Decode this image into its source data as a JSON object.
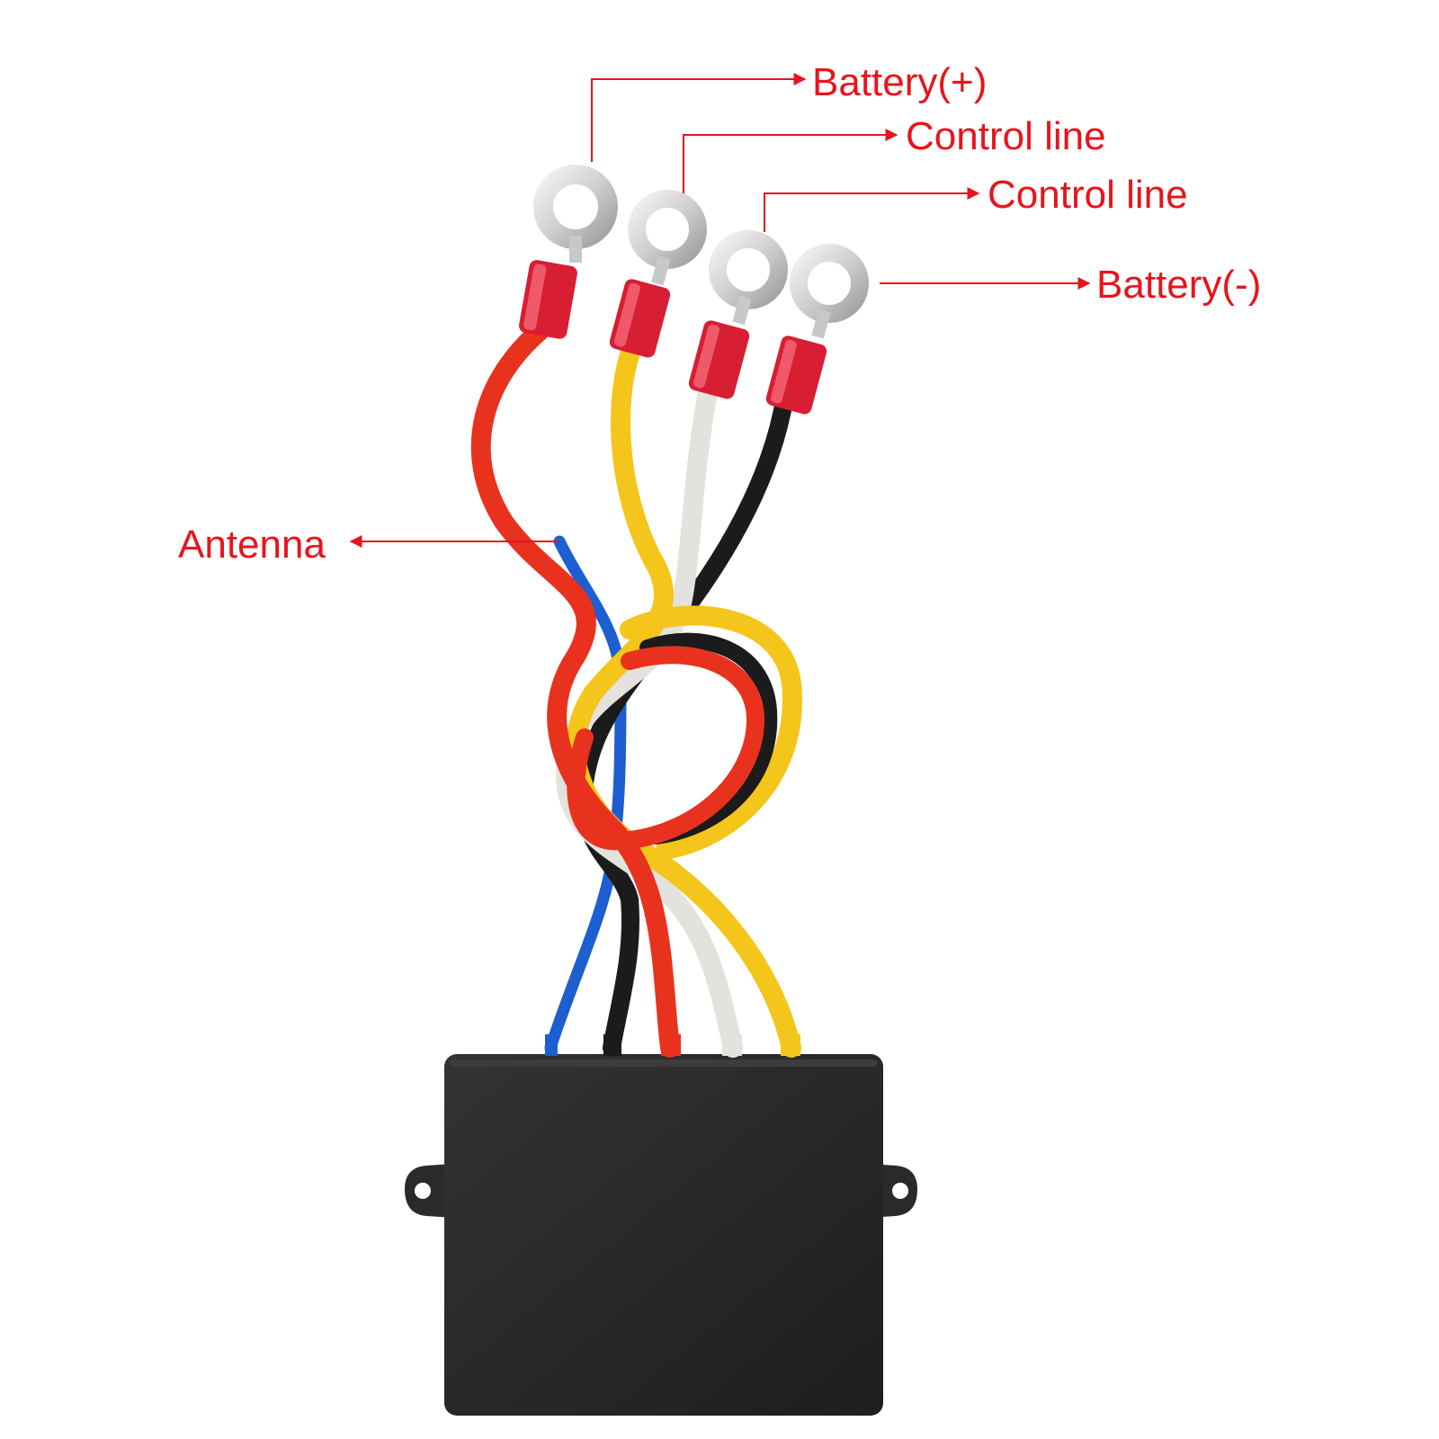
{
  "colors": {
    "callout": "#e8141c",
    "wire_red": "#e8321e",
    "wire_yellow": "#f4c51a",
    "wire_white": "#e4e2dc",
    "wire_black": "#1b1b1b",
    "wire_blue": "#1d5fd0",
    "terminal_red": "#d81e32",
    "ring_silver": "#d4d4d4",
    "box": "#262626"
  },
  "labels": {
    "battery_pos": "Battery(+)",
    "control_line_1": "Control line",
    "control_line_2": "Control line",
    "battery_neg": "Battery(-)",
    "antenna": "Antenna"
  },
  "icons": {
    "callout_arrow": "arrowhead",
    "ring_terminal": "ring-terminal",
    "receiver_box": "receiver-box"
  }
}
